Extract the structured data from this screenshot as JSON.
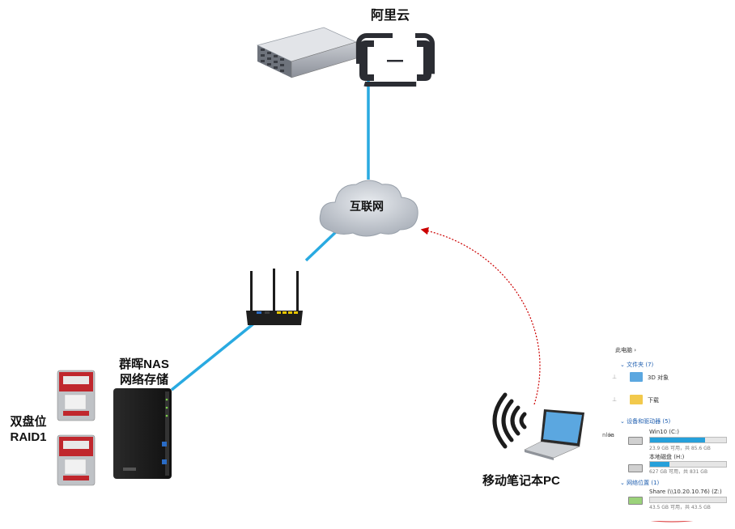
{
  "labels": {
    "cloud_provider": "阿里云",
    "internet": "互联网",
    "nas_line1": "群晖NAS",
    "nas_line2": "网络存储",
    "raid_line1": "双盘位",
    "raid_line2": "RAID1",
    "laptop": "移动笔记本PC"
  },
  "colors": {
    "link": "#29aae1",
    "remote_link": "#cc0000",
    "highlight_oval": "#e05050",
    "progress": "#26a0da"
  },
  "explorer": {
    "breadcrumb": "此电脑",
    "folders_header": "文件夹 (7)",
    "folders": [
      "3D 对象",
      "下载"
    ],
    "devices_header": "设备和驱动器 (5)",
    "drives": [
      {
        "name": "Win10 (C:)",
        "detail": "23.9 GB 可用，共 85.6 GB",
        "used": 0.72
      },
      {
        "name": "本地磁盘 (H:)",
        "detail": "627 GB 可用，共 831 GB",
        "used": 0.25
      }
    ],
    "network_header": "网络位置 (1)",
    "network_drive": {
      "name": "Share (\\\\10.20.10.76) (Z:)",
      "detail": "43.5 GB 可用，共 43.5 GB",
      "used": 0.0
    },
    "side_fragment": "nloa",
    "side_fragment2": "ie"
  }
}
